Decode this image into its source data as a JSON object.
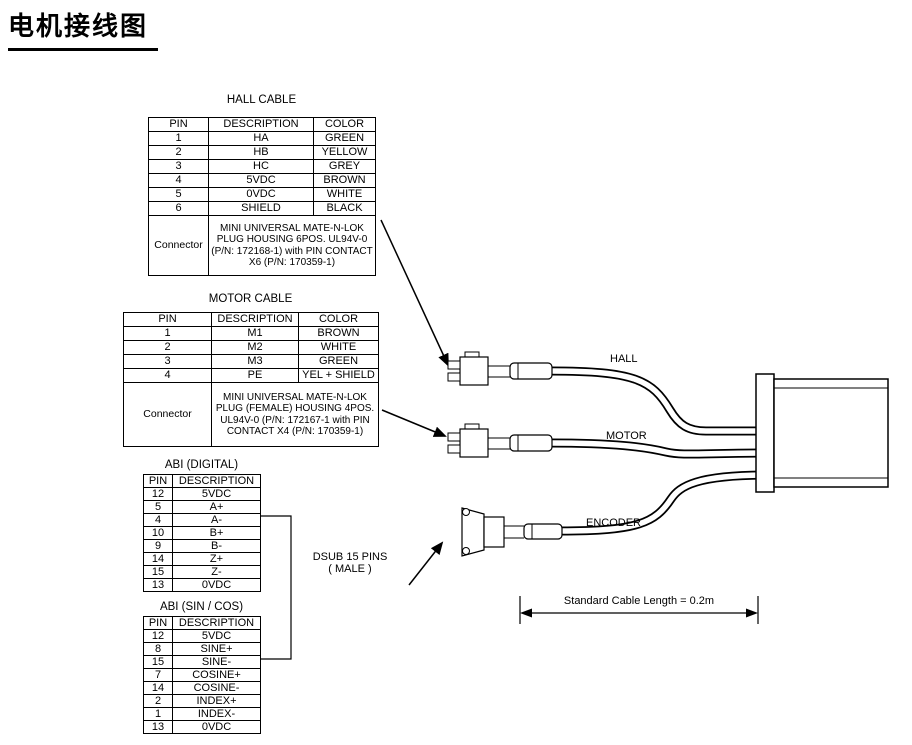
{
  "title": "电机接线图",
  "hall_cable": {
    "title": "HALL CABLE",
    "headers": [
      "PIN",
      "DESCRIPTION",
      "COLOR"
    ],
    "rows": [
      [
        "1",
        "HA",
        "GREEN"
      ],
      [
        "2",
        "HB",
        "YELLOW"
      ],
      [
        "3",
        "HC",
        "GREY"
      ],
      [
        "4",
        "5VDC",
        "BROWN"
      ],
      [
        "5",
        "0VDC",
        "WHITE"
      ],
      [
        "6",
        "SHIELD",
        "BLACK"
      ]
    ],
    "connector_label": "Connector",
    "connector_text": "MINI UNIVERSAL MATE-N-LOK PLUG HOUSING 6POS. UL94V-0 (P/N: 172168-1) with PIN CONTACT X6 (P/N: 170359-1)"
  },
  "motor_cable": {
    "title": "MOTOR CABLE",
    "headers": [
      "PIN",
      "DESCRIPTION",
      "COLOR"
    ],
    "rows": [
      [
        "1",
        "M1",
        "BROWN"
      ],
      [
        "2",
        "M2",
        "WHITE"
      ],
      [
        "3",
        "M3",
        "GREEN"
      ],
      [
        "4",
        "PE",
        "YEL + SHIELD"
      ]
    ],
    "connector_label": "Connector",
    "connector_text": "MINI UNIVERSAL MATE-N-LOK PLUG (FEMALE) HOUSING 4POS. UL94V-0 (P/N: 172167-1 with PIN CONTACT X4 (P/N: 170359-1)"
  },
  "abi_digital": {
    "title": "ABI (DIGITAL)",
    "headers": [
      "PIN",
      "DESCRIPTION"
    ],
    "rows": [
      [
        "12",
        "5VDC"
      ],
      [
        "5",
        "A+"
      ],
      [
        "4",
        "A-"
      ],
      [
        "10",
        "B+"
      ],
      [
        "9",
        "B-"
      ],
      [
        "14",
        "Z+"
      ],
      [
        "15",
        "Z-"
      ],
      [
        "13",
        "0VDC"
      ]
    ]
  },
  "abi_sincos": {
    "title": "ABI (SIN / COS)",
    "headers": [
      "PIN",
      "DESCRIPTION"
    ],
    "rows": [
      [
        "12",
        "5VDC"
      ],
      [
        "8",
        "SINE+"
      ],
      [
        "15",
        "SINE-"
      ],
      [
        "7",
        "COSINE+"
      ],
      [
        "14",
        "COSINE-"
      ],
      [
        "2",
        "INDEX+"
      ],
      [
        "1",
        "INDEX-"
      ],
      [
        "13",
        "0VDC"
      ]
    ]
  },
  "labels": {
    "dsub_line1": "DSUB 15 PINS",
    "dsub_line2": "( MALE )",
    "hall": "HALL",
    "motor": "MOTOR",
    "encoder": "ENCODER",
    "cable_length": "Standard Cable Length = 0.2m"
  },
  "colors": {
    "line": "#000000",
    "background": "#ffffff"
  }
}
